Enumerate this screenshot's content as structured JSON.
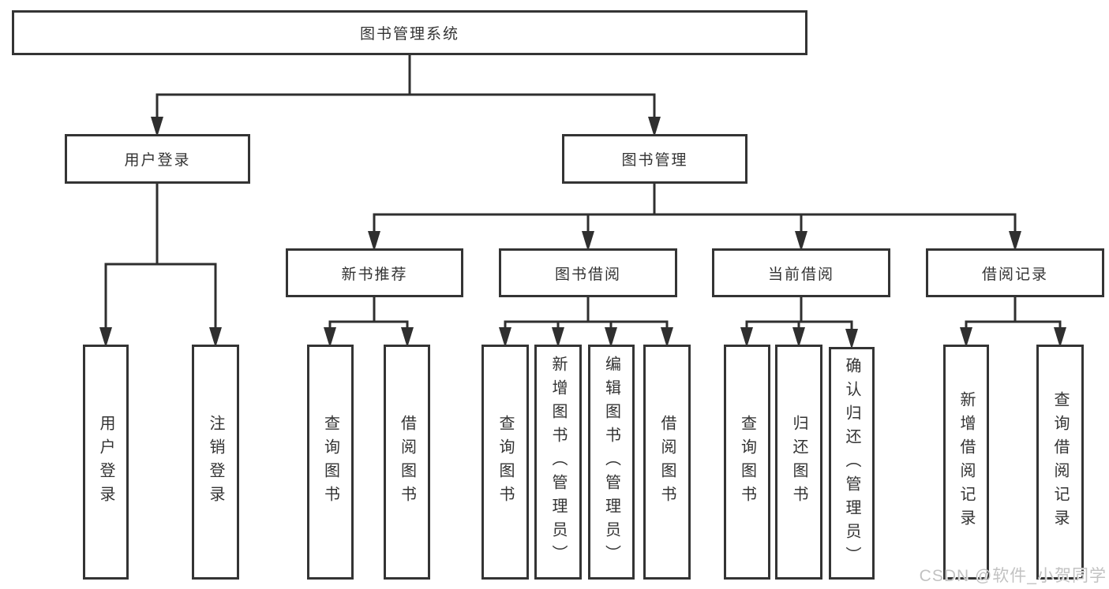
{
  "diagram_type": "hierarchy",
  "tree": {
    "label": "图书管理系统",
    "children": [
      {
        "label": "用户登录",
        "children": [
          {
            "label": "用户登录"
          },
          {
            "label": "注销登录"
          }
        ]
      },
      {
        "label": "图书管理",
        "children": [
          {
            "label": "新书推荐",
            "children": [
              {
                "label": "查询图书"
              },
              {
                "label": "借阅图书"
              }
            ]
          },
          {
            "label": "图书借阅",
            "children": [
              {
                "label": "查询图书"
              },
              {
                "label": "新增图书（管理员）"
              },
              {
                "label": "编辑图书（管理员）"
              },
              {
                "label": "借阅图书"
              }
            ]
          },
          {
            "label": "当前借阅",
            "children": [
              {
                "label": "查询图书"
              },
              {
                "label": "归还图书"
              },
              {
                "label": "确认归还（管理员）"
              }
            ]
          },
          {
            "label": "借阅记录",
            "children": [
              {
                "label": "新增借阅记录"
              },
              {
                "label": "查询借阅记录"
              }
            ]
          }
        ]
      }
    ]
  },
  "watermark": {
    "text": "CSDN @软件_小贺同学",
    "color": "#c2c2c2"
  },
  "colors": {
    "background": "#ffffff",
    "box_border": "#343434",
    "connector": "#2f2f2f",
    "text": "#333333"
  }
}
